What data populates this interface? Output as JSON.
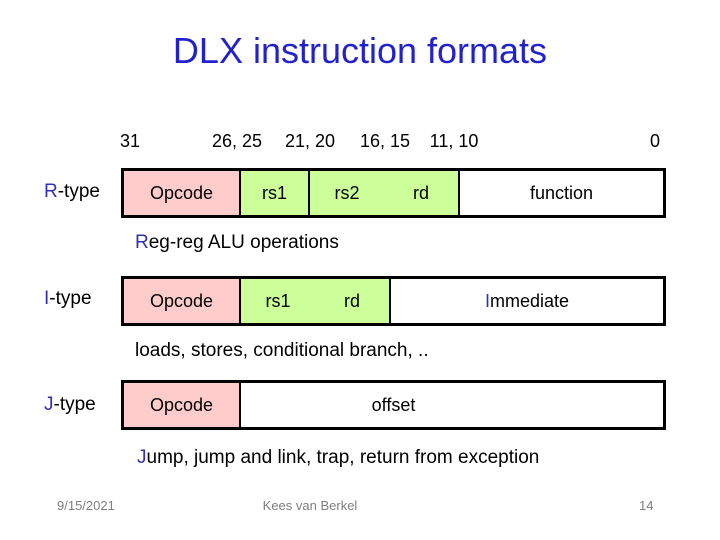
{
  "title": "DLX instruction formats",
  "bit_labels": {
    "b31": "31",
    "b26_25": "26, 25",
    "b21_20": "21, 20",
    "b16_15": "16, 15",
    "b11_10": "11, 10",
    "b0": "0"
  },
  "rows": {
    "r": {
      "label_first": "R",
      "label_rest": "-type",
      "opcode": "Opcode",
      "rs1": "rs1",
      "rs2": "rs2",
      "rd": "rd",
      "function": "function",
      "caption_first": "R",
      "caption_rest": "eg-reg ALU operations"
    },
    "i": {
      "label_first": "I",
      "label_rest": "-type",
      "opcode": "Opcode",
      "rs1": "rs1",
      "rd": "rd",
      "immediate_first": "I",
      "immediate_rest": "mmediate",
      "caption": "loads, stores, conditional branch, .."
    },
    "j": {
      "label_first": "J",
      "label_rest": "-type",
      "opcode": "Opcode",
      "offset": "offset",
      "caption_first": "J",
      "caption_rest": "ump, jump and link, trap, return from exception"
    }
  },
  "footer": {
    "date": "9/15/2021",
    "author": "Kees van Berkel",
    "page": "14"
  },
  "colors": {
    "title_blue": "#2222CC",
    "accent_blue": "#3030B0",
    "opcode_pink": "#FFCCCC",
    "register_green": "#CCFF99",
    "footer_gray": "#7E7E7E"
  }
}
